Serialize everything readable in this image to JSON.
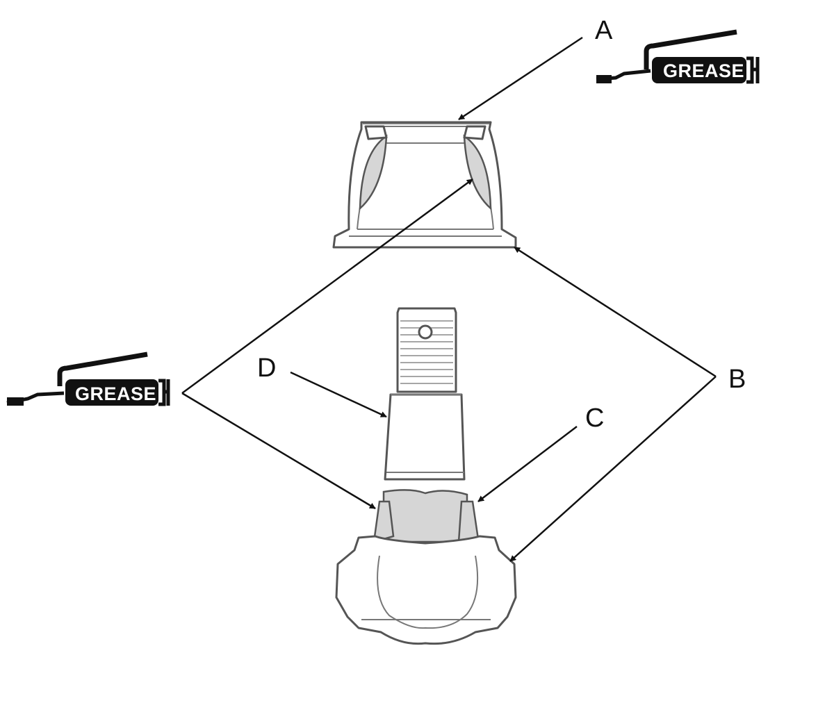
{
  "callouts": {
    "a": "A",
    "b": "B",
    "c": "C",
    "d": "D"
  },
  "grease_labels": {
    "top_right": "GREASE",
    "left": "GREASE"
  },
  "icons": [
    "grease-gun-icon",
    "grease-gun-icon"
  ],
  "colors": {
    "line": "#111111",
    "part_outline": "#555555",
    "grease_area": "#d6d6d6",
    "grease_gun": "#111111"
  }
}
